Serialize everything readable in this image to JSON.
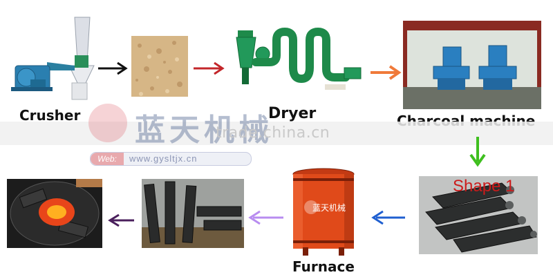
{
  "stages": {
    "crusher": "Crusher",
    "dryer": "Dryer",
    "charcoal_machine": "Charcoal machine",
    "furnace": "Furnace"
  },
  "watermark": {
    "brand_cn": "蓝天机械",
    "web_label": "Web:",
    "web_url": "www.gysltjx.cn",
    "site": "trade.china.cn",
    "logo_small": "蓝天机械"
  },
  "annotation": "Shape 1",
  "colors": {
    "arrow_black": "#111111",
    "arrow_red": "#c3262a",
    "arrow_orange": "#f07a3a",
    "arrow_green": "#3fbf1f",
    "arrow_blue": "#1f5fd0",
    "arrow_violet": "#b88cf0",
    "arrow_purple": "#4a1f5c",
    "machine_blue": "#2a7fc0",
    "dryer_green": "#1e8a4a",
    "furnace_orange": "#e04a1a"
  }
}
